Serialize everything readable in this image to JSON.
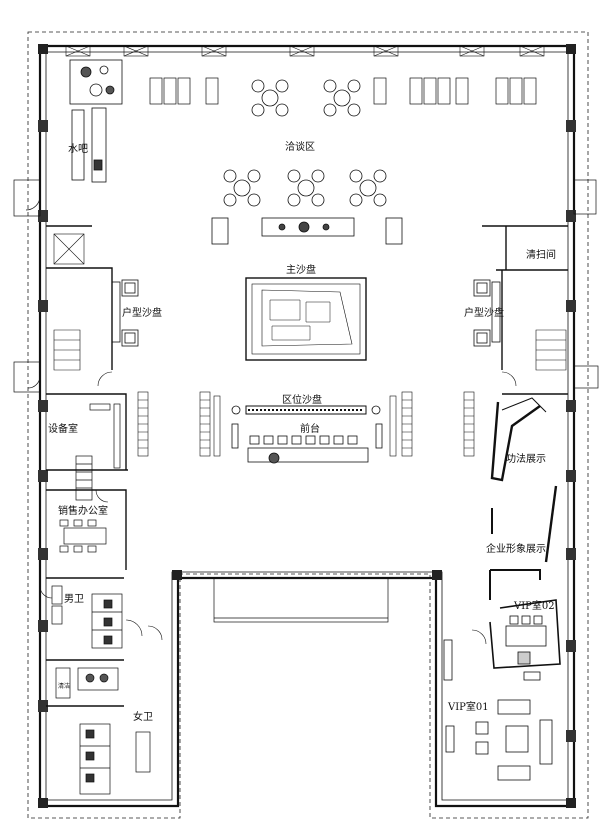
{
  "rooms": {
    "negotiation": "洽谈区",
    "water_bar": "水吧",
    "main_sand_table": "主沙盘",
    "unit_model_left": "户型沙盘",
    "unit_model_right": "户型沙盘",
    "cleaning_room": "清扫间",
    "district_sand_table": "区位沙盘",
    "reception_desk": "前台",
    "equipment_room": "设备室",
    "method_display": "功法展示",
    "sales_office": "销售办公室",
    "corporate_display": "企业形象展示",
    "mens_wc": "男卫",
    "vip02": "VIP室02",
    "janitor": "清洁",
    "womens_wc": "女卫",
    "vip01": "VIP室01"
  }
}
